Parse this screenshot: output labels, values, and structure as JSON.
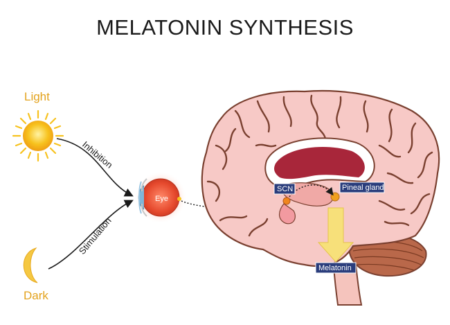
{
  "title": "MELATONIN SYNTHESIS",
  "labels": {
    "light": "Light",
    "dark": "Dark",
    "inhibition": "Inhibition",
    "stimulation": "Stimulation",
    "eye": "Eye",
    "scn": "SCN",
    "pineal": "Pineal gland",
    "melatonin": "Melatonin"
  },
  "colors": {
    "sun": "#f7c21e",
    "moon": "#f5c842",
    "label_orange": "#e3a21c",
    "eye_red": "#e64a2e",
    "brain_pink": "#f7c9c6",
    "brain_outline": "#7a4030",
    "ventricle": "#a8263a",
    "cerebellum": "#b9684a",
    "label_box": "#2a3d7c",
    "arrow_yellow": "#f7e07a"
  }
}
